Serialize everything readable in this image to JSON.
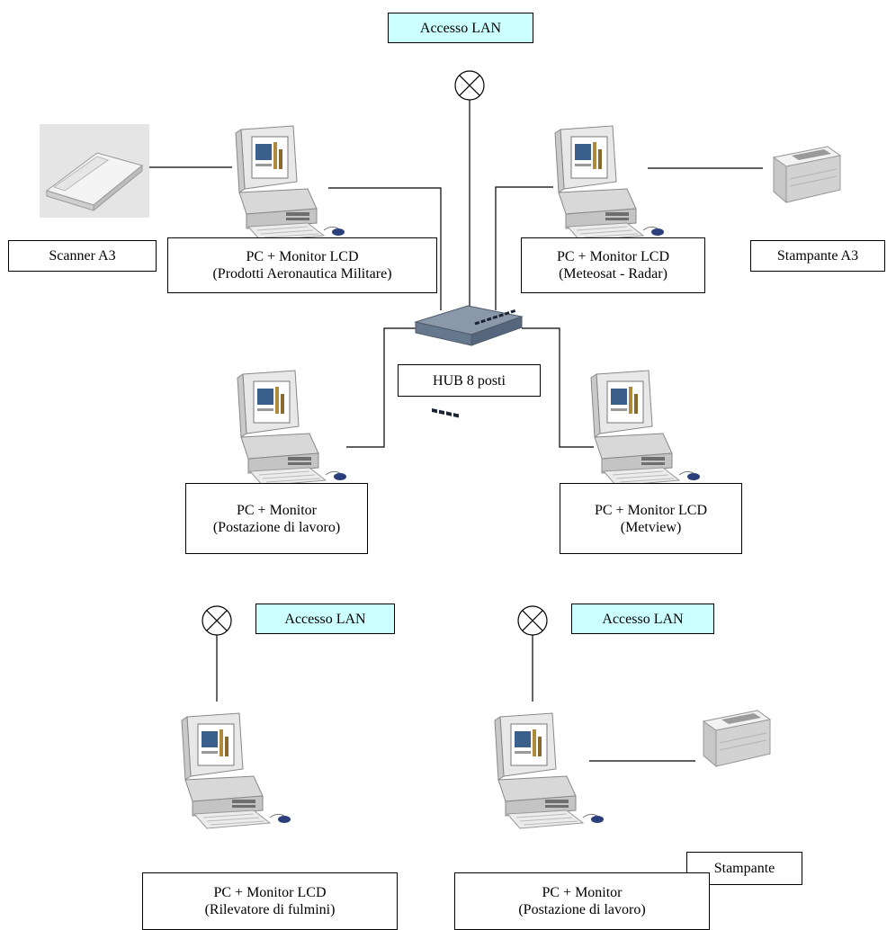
{
  "colors": {
    "lan_fill": "#ccffff",
    "line": "#000000",
    "hub_body": "#5f6e80",
    "hub_port": "#1a2436"
  },
  "labels": {
    "lan_top": "Accesso LAN",
    "lan_left": "Accesso LAN",
    "lan_right": "Accesso LAN",
    "scanner": "Scanner A3",
    "stampante_a3": "Stampante A3",
    "stampante": "Stampante",
    "hub": "HUB 8 posti",
    "pc_aeronautica": {
      "line1": "PC + Monitor LCD",
      "line2": "(Prodotti Aeronautica  Militare)"
    },
    "pc_meteosat": {
      "line1": "PC + Monitor LCD",
      "line2": "(Meteosat - Radar)"
    },
    "pc_postazione_1": {
      "line1": "PC + Monitor",
      "line2": "(Postazione di lavoro)"
    },
    "pc_metview": {
      "line1": "PC + Monitor LCD",
      "line2": "(Metview)"
    },
    "pc_fulmini": {
      "line1": "PC + Monitor LCD",
      "line2": "(Rilevatore di fulmini)"
    },
    "pc_postazione_2": {
      "line1": "PC + Monitor",
      "line2": "(Postazione di lavoro)"
    }
  },
  "icons": {
    "lan_connector": "crossed-circle-icon",
    "pc": "desktop-computer-icon",
    "hub": "network-hub-icon",
    "printer": "laser-printer-icon",
    "scanner": "flatbed-scanner-icon"
  }
}
